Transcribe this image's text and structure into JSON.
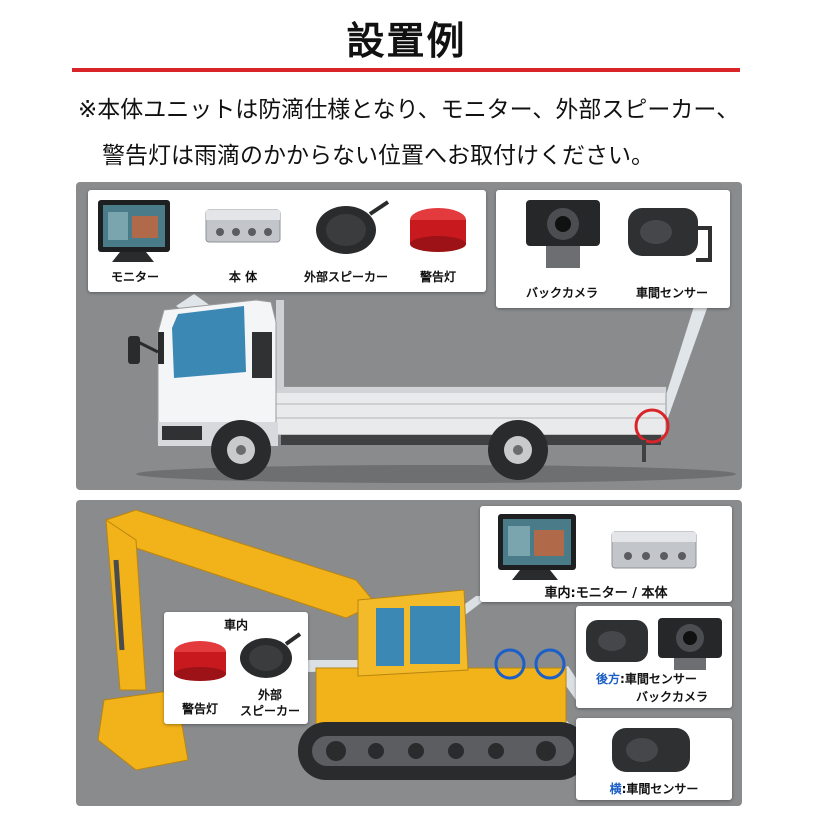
{
  "title": "設置例",
  "note": {
    "line1": "※本体ユニットは防滴仕様となり、モニター、外部スピーカー、",
    "line2": "警告灯は雨滴のかからない位置へお取付けください。"
  },
  "truck": {
    "card1": {
      "monitor": "モニター",
      "unit": "本 体",
      "speaker": "外部スピーカー",
      "warning_light": "警告灯"
    },
    "card2": {
      "back_camera": "バックカメラ",
      "distance_sensor": "車間センサー"
    }
  },
  "excavator": {
    "cabin_card": {
      "prefix": "車内",
      "label": ":モニター / 本体"
    },
    "interior_card": {
      "title": "車内",
      "warning_light": "警告灯",
      "speaker_line1": "外部",
      "speaker_line2": "スピーカー"
    },
    "rear_card": {
      "prefix": "後方",
      "line1": ":車間センサー",
      "line2": "バックカメラ"
    },
    "side_card": {
      "prefix": "横",
      "label": ":車間センサー"
    }
  },
  "colors": {
    "accent_red": "#d9242a",
    "panel_gray": "#8a8b8d",
    "excavator_yellow": "#f1b21a",
    "label_blue": "#1c5fc7"
  }
}
